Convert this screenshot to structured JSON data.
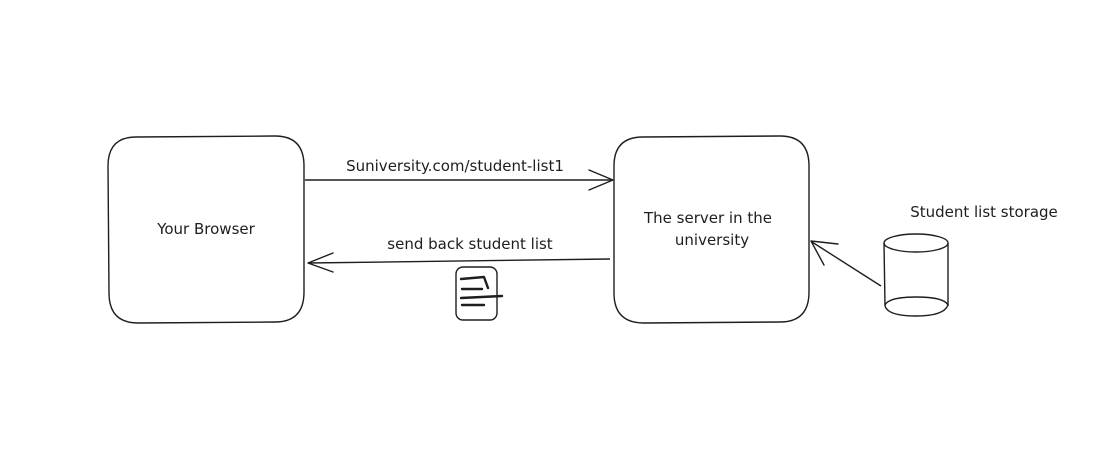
{
  "diagram": {
    "browser_box": {
      "label": "Your Browser"
    },
    "server_box": {
      "label_line1": "The server in the",
      "label_line2": "university"
    },
    "request_arrow": {
      "label": "Suniversity.com/student-list1"
    },
    "response_arrow": {
      "label": "send back student list"
    },
    "storage": {
      "label": "Student list storage"
    },
    "document_icon": {
      "name": "document-icon"
    },
    "stroke_color": "#1e1e1e",
    "background_color": "#ffffff"
  }
}
